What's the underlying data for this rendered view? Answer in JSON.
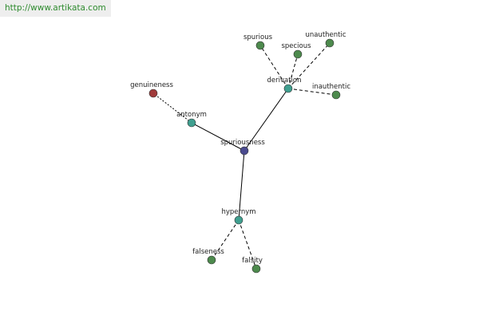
{
  "header": {
    "url": "http://www.artikata.com"
  },
  "colors": {
    "center": "#4a4a8f",
    "relation": "#3f9f8f",
    "leaf": "#4d8a4d",
    "antonym_leaf": "#a03a3a",
    "edge": "#000000"
  },
  "nodes": [
    {
      "id": "spuriousness",
      "label": "spuriousness",
      "kind": "center"
    },
    {
      "id": "antonym",
      "label": "antonym",
      "kind": "relation"
    },
    {
      "id": "derivation",
      "label": "derivation",
      "kind": "relation"
    },
    {
      "id": "hypernym",
      "label": "hypernym",
      "kind": "relation"
    },
    {
      "id": "genuineness",
      "label": "genuineness",
      "kind": "antonym_leaf"
    },
    {
      "id": "spurious",
      "label": "spurious",
      "kind": "leaf"
    },
    {
      "id": "specious",
      "label": "specious",
      "kind": "leaf"
    },
    {
      "id": "unauthentic",
      "label": "unauthentic",
      "kind": "leaf"
    },
    {
      "id": "inauthentic",
      "label": "inauthentic",
      "kind": "leaf"
    },
    {
      "id": "falseness",
      "label": "falseness",
      "kind": "leaf"
    },
    {
      "id": "falsity",
      "label": "falsity",
      "kind": "leaf"
    }
  ],
  "edges": [
    {
      "from": "spuriousness",
      "to": "antonym",
      "style": "solid"
    },
    {
      "from": "spuriousness",
      "to": "derivation",
      "style": "solid"
    },
    {
      "from": "spuriousness",
      "to": "hypernym",
      "style": "solid"
    },
    {
      "from": "antonym",
      "to": "genuineness",
      "style": "dotted"
    },
    {
      "from": "derivation",
      "to": "spurious",
      "style": "dashed"
    },
    {
      "from": "derivation",
      "to": "specious",
      "style": "dashed"
    },
    {
      "from": "derivation",
      "to": "unauthentic",
      "style": "dashed"
    },
    {
      "from": "derivation",
      "to": "inauthentic",
      "style": "dashed"
    },
    {
      "from": "hypernym",
      "to": "falseness",
      "style": "dashed"
    },
    {
      "from": "hypernym",
      "to": "falsity",
      "style": "dashed"
    }
  ]
}
